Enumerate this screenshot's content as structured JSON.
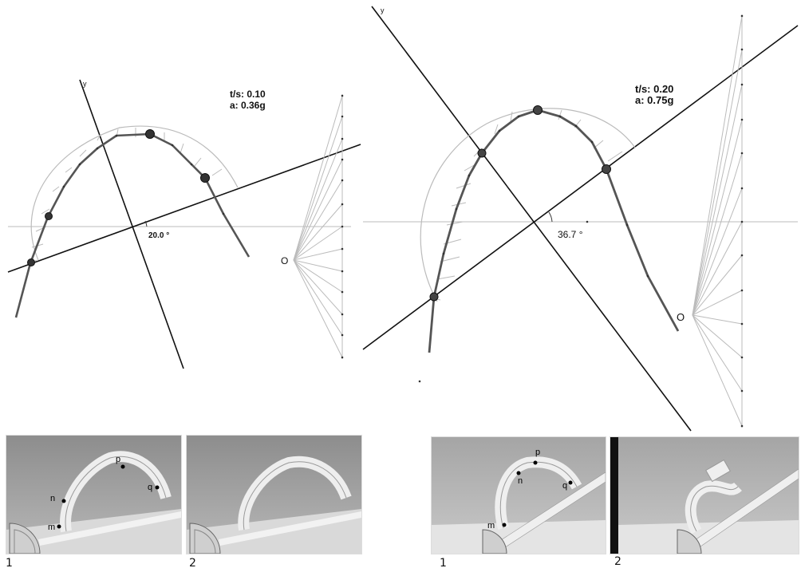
{
  "left": {
    "time": "t/s: 0.10",
    "accel": "a: 0.36g",
    "axis": "y",
    "angle": "20.0 °",
    "origin": "O"
  },
  "right": {
    "time": "t/s: 0.20",
    "accel": "a: 0.75g",
    "axis": "y",
    "angle": "36.7 °",
    "origin": "O"
  },
  "photos": [
    {
      "caption": "1",
      "points": [
        "p",
        "q",
        "n",
        "m"
      ]
    },
    {
      "caption": "2",
      "points": []
    },
    {
      "caption": "1",
      "points": [
        "p",
        "n",
        "q",
        "m"
      ]
    },
    {
      "caption": "2",
      "points": []
    }
  ]
}
